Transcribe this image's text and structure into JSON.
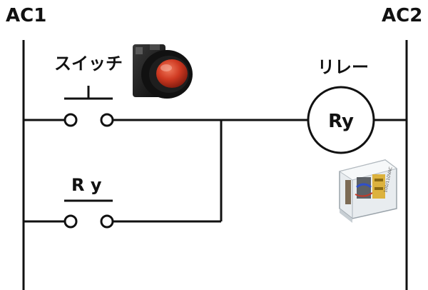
{
  "rails": {
    "left": "AC1",
    "right": "AC2"
  },
  "components": {
    "switch_label": "スイッチ",
    "relay_label": "リレー",
    "coil_label": "Ry",
    "contact_label": "R y",
    "relay_case_text": "100/110VAC"
  },
  "colors": {
    "line": "#111111",
    "button_red": "#c8341f",
    "button_body": "#1a1a1a",
    "relay_contact_gold": "#d9a81e",
    "relay_wire_blue": "#2f4fc9"
  },
  "icons": {
    "switch_photo": "red-pushbutton-icon",
    "relay_photo": "relay-module-icon"
  }
}
